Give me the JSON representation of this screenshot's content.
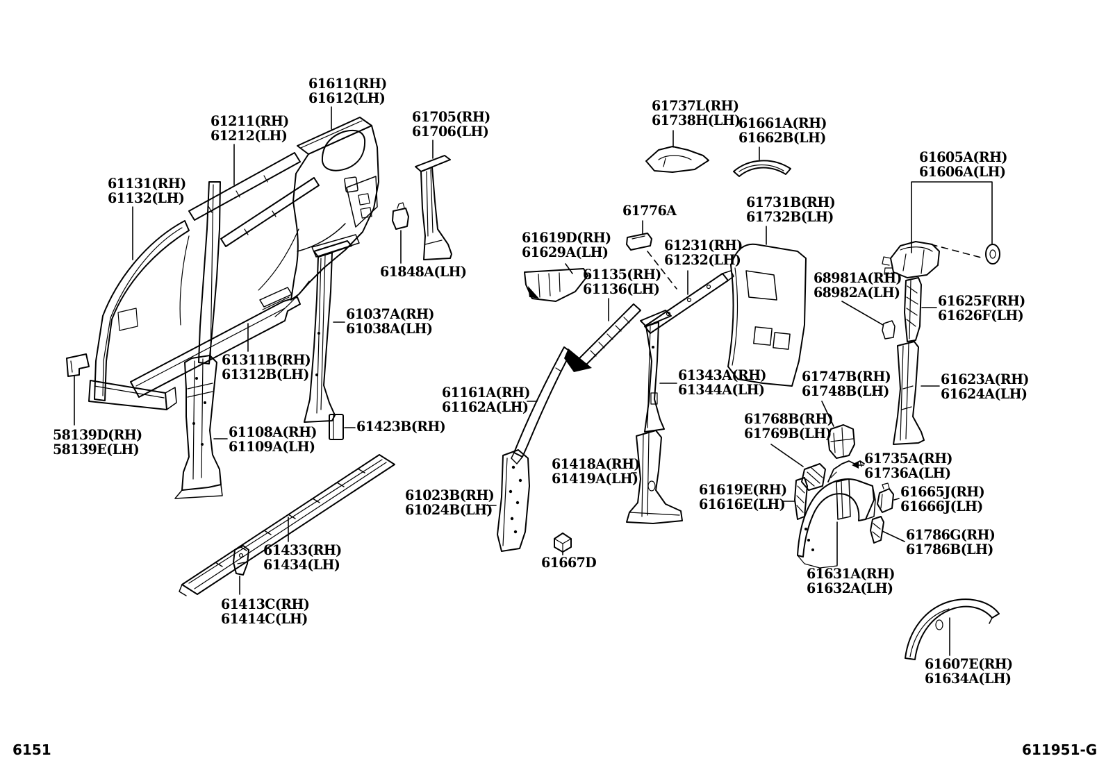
{
  "doc": {
    "page_code": "6151",
    "figure_code": "611951-G",
    "ink_color": "#000000",
    "background_color": "#ffffff"
  },
  "labels": [
    {
      "id": "61611",
      "text": "61611(RH)\n61612(LH)"
    },
    {
      "id": "61211",
      "text": "61211(RH)\n61212(LH)"
    },
    {
      "id": "61131",
      "text": "61131(RH)\n61132(LH)"
    },
    {
      "id": "61705",
      "text": "61705(RH)\n61706(LH)"
    },
    {
      "id": "61737L",
      "text": "61737L(RH)\n61738H(LH)"
    },
    {
      "id": "61661A",
      "text": "61661A(RH)\n61662B(LH)"
    },
    {
      "id": "61605A",
      "text": "61605A(RH)\n61606A(LH)"
    },
    {
      "id": "61776A",
      "text": "61776A"
    },
    {
      "id": "61731B",
      "text": "61731B(RH)\n61732B(LH)"
    },
    {
      "id": "61619D",
      "text": "61619D(RH)\n61629A(LH)"
    },
    {
      "id": "61231",
      "text": "61231(RH)\n61232(LH)"
    },
    {
      "id": "61135",
      "text": "61135(RH)\n61136(LH)"
    },
    {
      "id": "61848A",
      "text": "61848A(LH)"
    },
    {
      "id": "68981A",
      "text": "68981A(RH)\n68982A(LH)"
    },
    {
      "id": "61625F",
      "text": "61625F(RH)\n61626F(LH)"
    },
    {
      "id": "61037A",
      "text": "61037A(RH)\n61038A(LH)"
    },
    {
      "id": "61311B",
      "text": "61311B(RH)\n61312B(LH)"
    },
    {
      "id": "61161A",
      "text": "61161A(RH)\n61162A(LH)"
    },
    {
      "id": "61343A",
      "text": "61343A(RH)\n61344A(LH)"
    },
    {
      "id": "61747B",
      "text": "61747B(RH)\n61748B(LH)"
    },
    {
      "id": "61623A",
      "text": "61623A(RH)\n61624A(LH)"
    },
    {
      "id": "58139D",
      "text": "58139D(RH)\n58139E(LH)"
    },
    {
      "id": "61108A",
      "text": "61108A(RH)\n61109A(LH)"
    },
    {
      "id": "61423B",
      "text": "61423B(RH)"
    },
    {
      "id": "61768B",
      "text": "61768B(RH)\n61769B(LH)"
    },
    {
      "id": "61735A",
      "text": "61735A(RH)\n61736A(LH)"
    },
    {
      "id": "61418A",
      "text": "61418A(RH)\n61419A(LH)"
    },
    {
      "id": "61023B",
      "text": "61023B(RH)\n61024B(LH)"
    },
    {
      "id": "61619E",
      "text": "61619E(RH)\n61616E(LH)"
    },
    {
      "id": "61665J",
      "text": "61665J(RH)\n61666J(LH)"
    },
    {
      "id": "61786G",
      "text": "61786G(RH)\n61786B(LH)"
    },
    {
      "id": "61433",
      "text": "61433(RH)\n61434(LH)"
    },
    {
      "id": "61667D",
      "text": "61667D"
    },
    {
      "id": "61631A",
      "text": "61631A(RH)\n61632A(LH)"
    },
    {
      "id": "61413C",
      "text": "61413C(RH)\n61414C(LH)"
    },
    {
      "id": "61607E",
      "text": "61607E(RH)\n61634A(LH)"
    }
  ]
}
